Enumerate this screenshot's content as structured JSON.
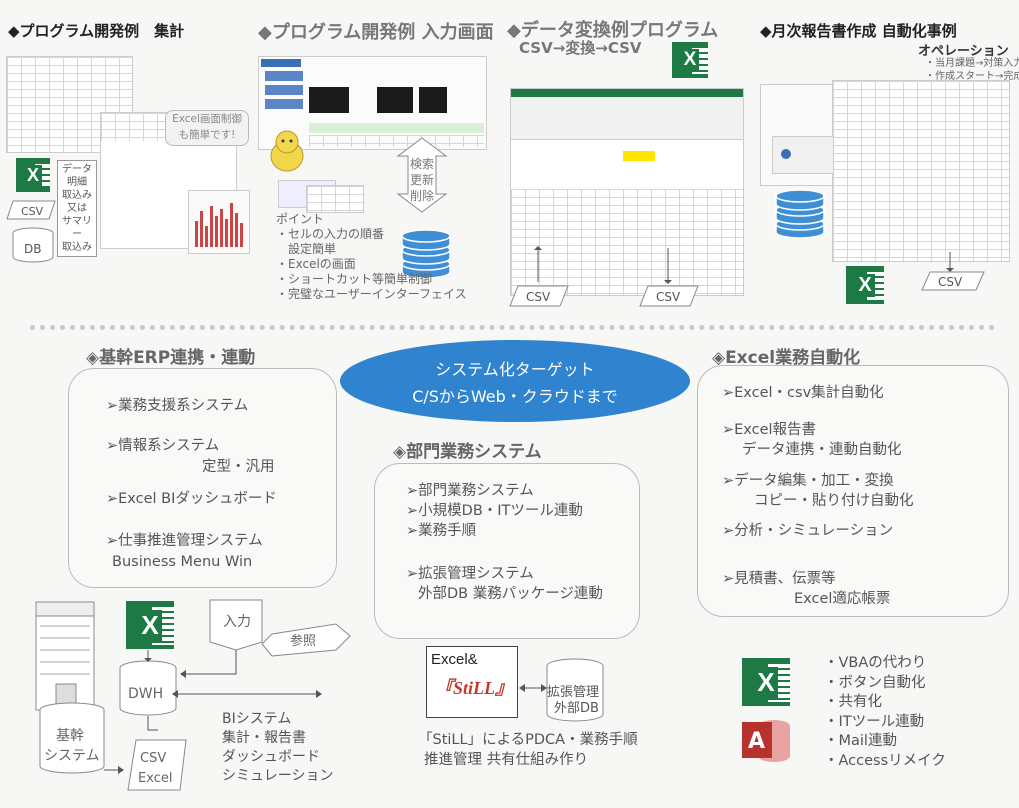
{
  "top": {
    "sec1": {
      "title": "◆プログラム開発例　集計",
      "excel_note_1": "Excel画面制御",
      "excel_note_2": "も簡単です!",
      "side": [
        "データ",
        "明細",
        "取込み",
        "又は",
        "サマリー",
        "取込み"
      ],
      "csv": "CSV",
      "db": "DB"
    },
    "sec2": {
      "title": "◆プログラム開発例 入力画面",
      "ops": [
        "検索",
        "更新",
        "削除"
      ],
      "points": [
        "ポイント",
        "・セルの入力の順番",
        "　設定簡単",
        "・Excelの画面",
        "・ショートカット等簡単制御",
        "・完璧なユーザーインターフェイス"
      ]
    },
    "sec3": {
      "title": "◆データ変換例プログラム",
      "subtitle": "CSV→変換→CSV",
      "csv_in": "CSV",
      "csv_out": "CSV"
    },
    "sec4": {
      "title": "◆月次報告書作成 自動化事例",
      "op_title": "オペレーション",
      "op_lines": [
        "・当月課題→対策入力",
        "・作成スタート→完成"
      ],
      "csv": "CSV"
    }
  },
  "center": {
    "line1": "システム化ターゲット",
    "line2": "C/SからWeb・クラウドまで",
    "color": "#2f83cf"
  },
  "erp": {
    "title": "◈基幹ERP連携・連動",
    "items": [
      "➢業務支援系システム",
      "➢情報系システム",
      "定型・汎用",
      "➢Excel BIダッシュボード",
      "➢仕事推進管理システム",
      "Business Menu Win"
    ]
  },
  "dept": {
    "title": "◈部門業務システム",
    "items": [
      "➢部門業務システム",
      "➢小規模DB・ITツール連動",
      "➢業務手順",
      "➢拡張管理システム",
      "外部DB 業務パッケージ連動"
    ]
  },
  "excel": {
    "title": "◈Excel業務自動化",
    "items": [
      "➢Excel・csv集計自動化",
      "➢Excel報告書",
      "データ連携・連動自動化",
      "➢データ編集・加工・変換",
      "コピー・貼り付け自動化",
      "➢分析・シミュレーション",
      "➢見積書、伝票等",
      "Excel適応帳票"
    ]
  },
  "diagram": {
    "input": "入力",
    "ref": "参照",
    "dwh": "DWH",
    "kikan_1": "基幹",
    "kikan_2": "システム",
    "csv": "CSV",
    "excel": "Excel",
    "bi": [
      "BIシステム",
      "集計・報告書",
      "ダッシュボード",
      "シミュレーション"
    ]
  },
  "still": {
    "logo_1": "Excel&",
    "logo_2": "『StiLL』",
    "db_1": "拡張管理",
    "db_2": "外部DB",
    "caption_1": "「StiLL」によるPDCA・業務手順",
    "caption_2": "推進管理 共有仕組み作り"
  },
  "features": [
    "・VBAの代わり",
    "・ボタン自動化",
    "・共有化",
    "・ITツール連動",
    "・Mail連動",
    "・Accessリメイク"
  ],
  "icons": {
    "excel": "X",
    "access": "A"
  }
}
